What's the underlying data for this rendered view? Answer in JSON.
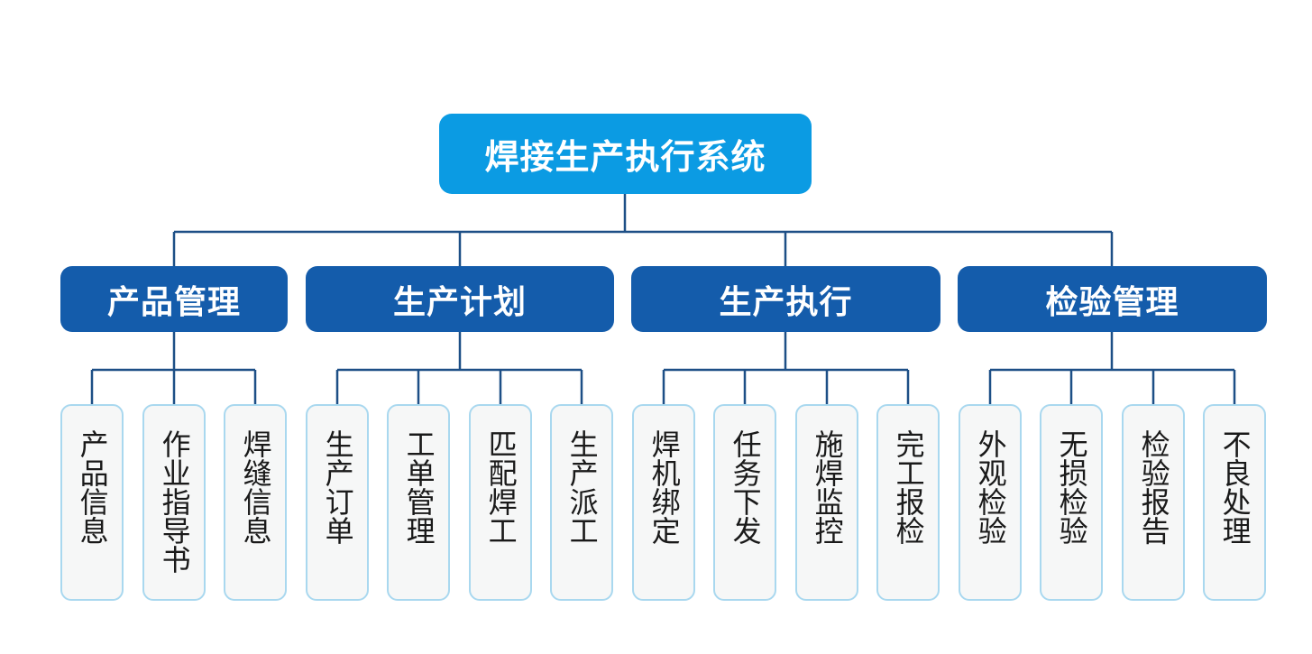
{
  "root": {
    "label": "焊接生产执行系统"
  },
  "modules": [
    {
      "label": "产品管理",
      "items": [
        "产品信息",
        "作业指导书",
        "焊缝信息"
      ]
    },
    {
      "label": "生产计划",
      "items": [
        "生产订单",
        "工单管理",
        "匹配焊工",
        "生产派工"
      ]
    },
    {
      "label": "生产执行",
      "items": [
        "焊机绑定",
        "任务下发",
        "施焊监控",
        "完工报检"
      ]
    },
    {
      "label": "检验管理",
      "items": [
        "外观检验",
        "无损检验",
        "检验报告",
        "不良处理"
      ]
    }
  ],
  "colors": {
    "root_fill": "#0b9be3",
    "module_fill": "#145cab",
    "leaf_fill": "#f6f7f7",
    "leaf_border": "#a9d8ef",
    "connector": "#1d4f86"
  }
}
